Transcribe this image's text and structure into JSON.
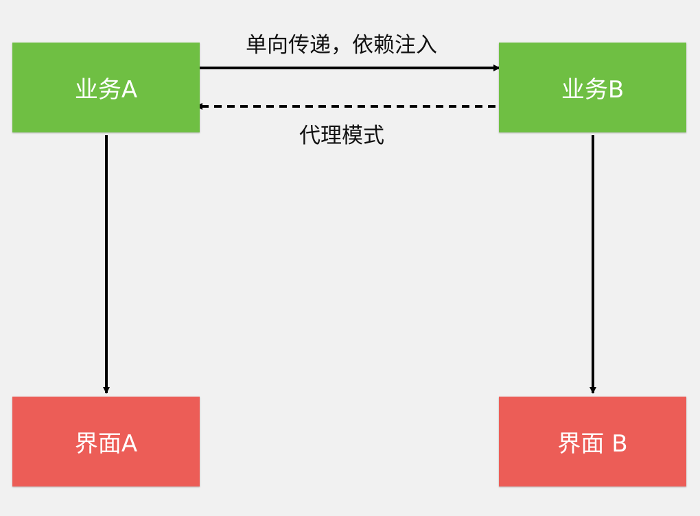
{
  "nodes": {
    "business_a": "业务A",
    "business_b": "业务B",
    "ui_a": "界面A",
    "ui_b": "界面 B"
  },
  "edges": {
    "forward_label": "单向传递，依赖注入",
    "back_label": "代理模式"
  },
  "colors": {
    "business": "#6fbf43",
    "ui": "#ec5d57",
    "background": "#f1f1f1",
    "arrow": "#000000"
  }
}
